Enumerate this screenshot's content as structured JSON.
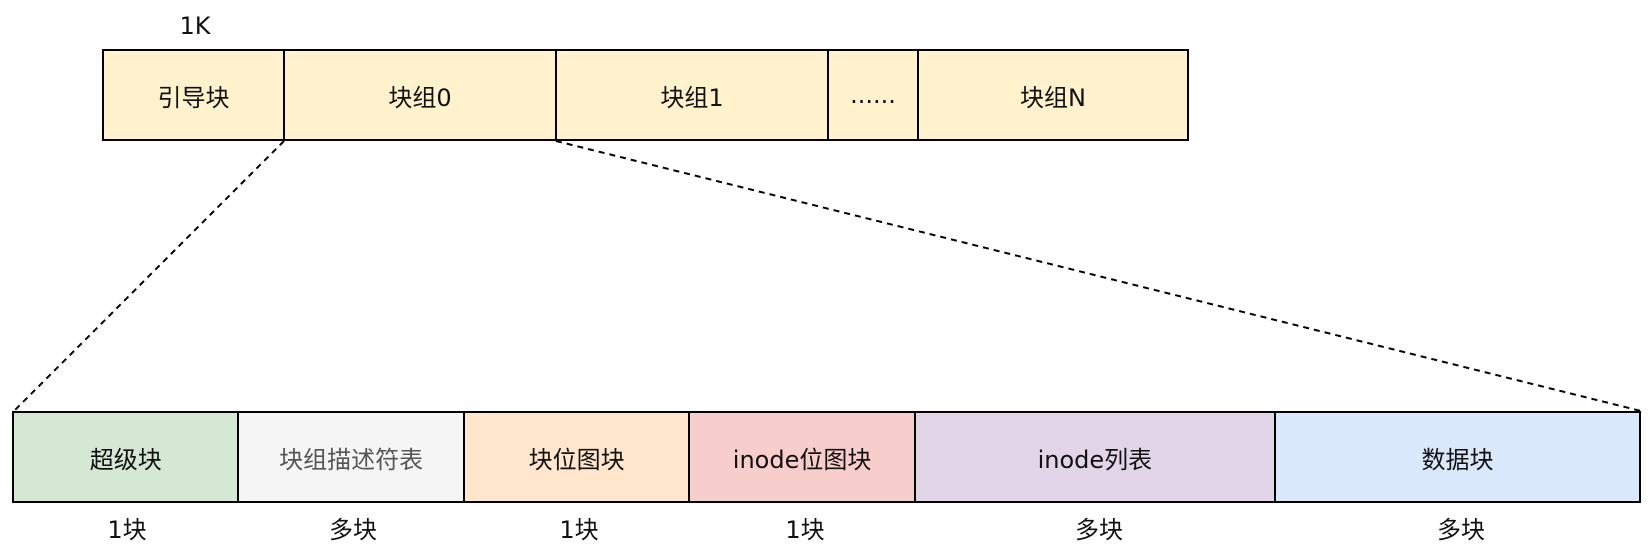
{
  "top_label": "1K",
  "top_row": [
    {
      "label": "引导块",
      "fill": "#fff2cc"
    },
    {
      "label": "块组0",
      "fill": "#fff2cc"
    },
    {
      "label": "块组1",
      "fill": "#fff2cc"
    },
    {
      "label": "......",
      "fill": "#fff2cc"
    },
    {
      "label": "块组N",
      "fill": "#fff2cc"
    }
  ],
  "bottom_row": [
    {
      "label": "超级块",
      "fill": "#d5e8d4",
      "size": "1块"
    },
    {
      "label": "块组描述符表",
      "fill": "#f5f5f5",
      "size": "多块"
    },
    {
      "label": "块位图块",
      "fill": "#ffe6cc",
      "size": "1块"
    },
    {
      "label": "inode位图块",
      "fill": "#f8cecc",
      "size": "1块"
    },
    {
      "label": "inode列表",
      "fill": "#e1d5e7",
      "size": "多块"
    },
    {
      "label": "数据块",
      "fill": "#dae8fc",
      "size": "多块"
    }
  ]
}
